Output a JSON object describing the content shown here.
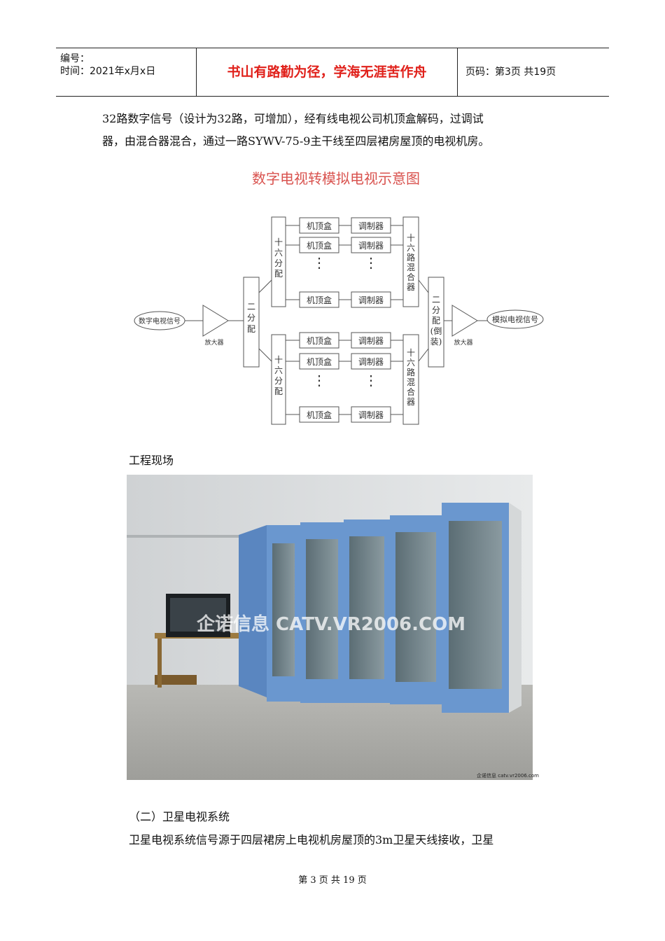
{
  "header": {
    "number_label": "编号：",
    "time_label": "时间：2021年x月x日",
    "motto": "书山有路勤为径，学海无涯苦作舟",
    "page_info": "页码：第3页  共19页"
  },
  "body": {
    "paragraph_1_line_1": "32路数字信号（设计为32路，可增加），经有线电视公司机顶盒解码，过调试",
    "paragraph_1_line_2": "器，由混合器混合，通过一路SYWV-75-9主干线至四层裙房屋顶的电视机房。",
    "photo_caption": "工程现场",
    "section_title": "（二）卫星电视系统",
    "paragraph_2": "卫星电视系统信号源于四层裙房上电视机房屋顶的3m卫星天线接收，卫星"
  },
  "diagram": {
    "title": "数字电视转模拟电视示意图",
    "input_label": "数字电视信号",
    "output_label": "模拟电视信号",
    "amplifier_label": "放大器",
    "splitter_2_label": "二分配",
    "splitter_16_label": "十六分配",
    "settop_label": "机顶盒",
    "modulator_label": "调制器",
    "mixer_16_label": "十六路混合器",
    "combiner_label": "二分配(倒装)",
    "dots": "⋮"
  },
  "photo": {
    "watermark": "企诺信息 CATV.VR2006.COM",
    "small_credit": "企诺信息 catv.vr2006.com"
  },
  "footer": {
    "text": "第 3 页 共 19 页"
  }
}
